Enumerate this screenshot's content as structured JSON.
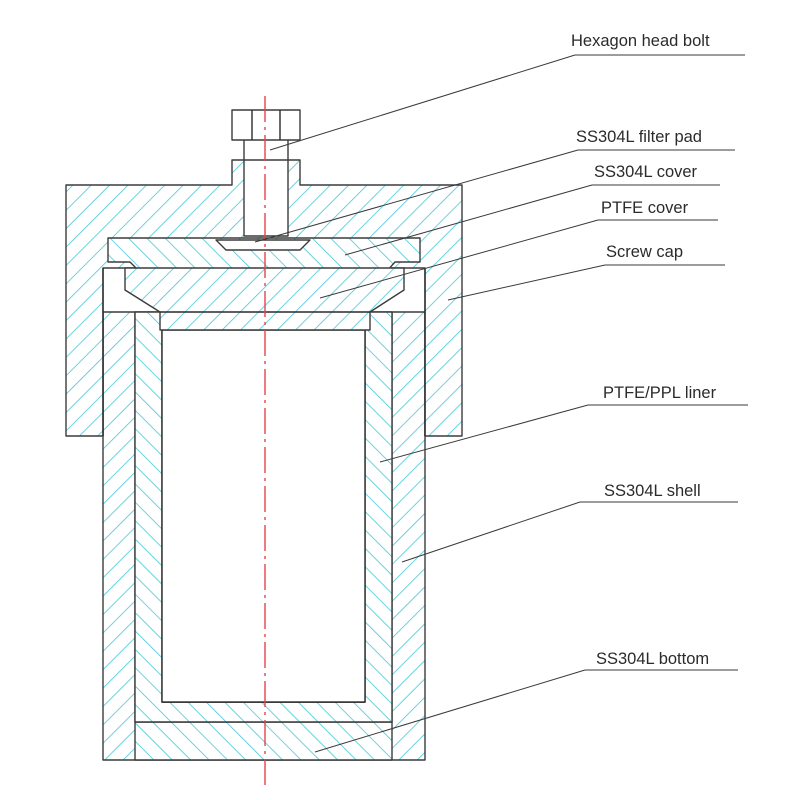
{
  "labels": {
    "hexagon_head_bolt": "Hexagon head bolt",
    "filter_pad": "SS304L filter pad",
    "cover": "SS304L cover",
    "ptfe_cover": "PTFE cover",
    "screw_cap": "Screw cap",
    "liner": "PTFE/PPL liner",
    "shell": "SS304L shell",
    "bottom": "SS304L bottom"
  },
  "colors": {
    "hatch": "#46c8d6",
    "outline": "#2a2a2a",
    "centerline": "#e0454d",
    "leader": "#3a3a3a"
  }
}
